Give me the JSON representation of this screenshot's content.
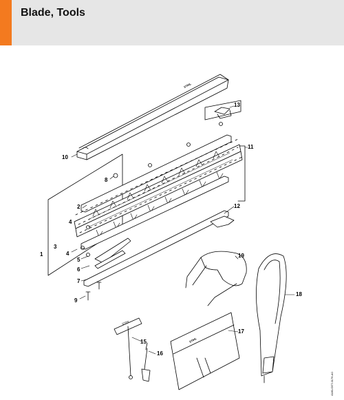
{
  "header": {
    "title": "Blade, Tools",
    "accent_color": "#f37a1f",
    "band_color": "#e6e6e6"
  },
  "callouts": [
    "1",
    "2",
    "3",
    "4",
    "4",
    "5",
    "6",
    "7",
    "8",
    "9",
    "10",
    "11",
    "12",
    "13",
    "15",
    "16",
    "17",
    "18",
    "19"
  ],
  "brand_marks": [
    "STIHL",
    "STIHL",
    "STIHL"
  ],
  "reference_code": "4180-GET-0176-A0"
}
